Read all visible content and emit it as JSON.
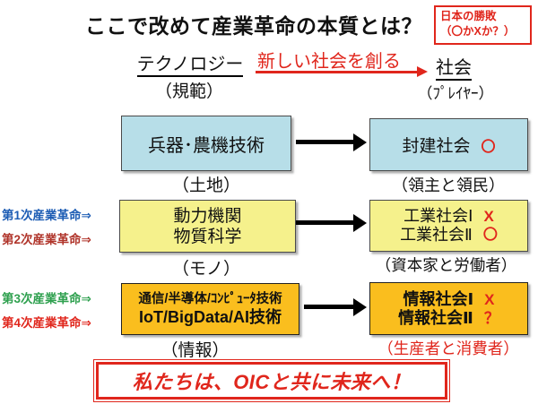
{
  "title": "ここで改めて産業革命の本質とは？",
  "japan_box": {
    "line1": "日本の勝敗",
    "line2": "（〇かXか？）"
  },
  "header": {
    "technology": "テクノロジー",
    "technology_caption": "（規範）",
    "slogan": "新しい社会を創る",
    "society": "社会",
    "society_caption": "（ﾌﾟﾚｲﾔｰ）"
  },
  "revolutions": {
    "r1": "第1次産業革命⇒",
    "r2": "第2次産業革命⇒",
    "r3": "第3次産業革命⇒",
    "r4": "第4次産業革命⇒"
  },
  "flow1": {
    "tech_text": "兵器･農機技術",
    "tech_caption": "（土地）",
    "soc_text": "封建社会",
    "soc_mark": "〇",
    "soc_caption": "（領主と領民）"
  },
  "flow2": {
    "tech_line1": "動力機関",
    "tech_line2": "物質科学",
    "tech_caption": "（モノ）",
    "soc_line1": "工業社会Ⅰ",
    "soc_mark1": "X",
    "soc_line2": "工業社会Ⅱ",
    "soc_mark2": "〇",
    "soc_caption": "（資本家と労働者）"
  },
  "flow3": {
    "tech_line1": "通信/半導体/ｺﾝﾋﾟｭｰﾀ技術",
    "tech_line2": "IoT/BigData/AI技術",
    "tech_caption": "（情報）",
    "soc_line1": "情報社会Ⅰ",
    "soc_mark1": "X",
    "soc_line2": "情報社会Ⅱ",
    "soc_mark2": "？",
    "soc_caption": "（生産者と消費者）"
  },
  "footer": "私たちは、OICと共に未来へ！",
  "colors": {
    "accent_red": "#e0261c",
    "dark_red": "#b0342a",
    "blue_label": "#1c5cb4",
    "green_label": "#2ea04e",
    "box_blue": "#b7dee8",
    "box_yellow": "#f5f18c",
    "box_orange": "#fabe1e"
  }
}
